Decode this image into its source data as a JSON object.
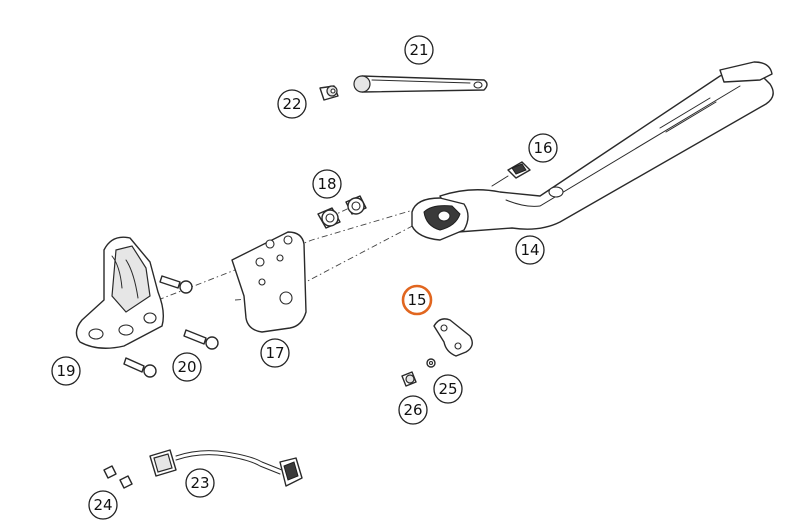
{
  "colors": {
    "highlight": "#e1661f",
    "line": "#2a2a2a"
  },
  "callouts": [
    {
      "id": "21",
      "label": "21"
    },
    {
      "id": "22",
      "label": "22"
    },
    {
      "id": "16",
      "label": "16"
    },
    {
      "id": "18",
      "label": "18"
    },
    {
      "id": "14",
      "label": "14"
    },
    {
      "id": "15",
      "label": "15",
      "highlighted": true
    },
    {
      "id": "17",
      "label": "17"
    },
    {
      "id": "19",
      "label": "19"
    },
    {
      "id": "20",
      "label": "20"
    },
    {
      "id": "25",
      "label": "25"
    },
    {
      "id": "26",
      "label": "26"
    },
    {
      "id": "23",
      "label": "23"
    },
    {
      "id": "24",
      "label": "24"
    }
  ]
}
